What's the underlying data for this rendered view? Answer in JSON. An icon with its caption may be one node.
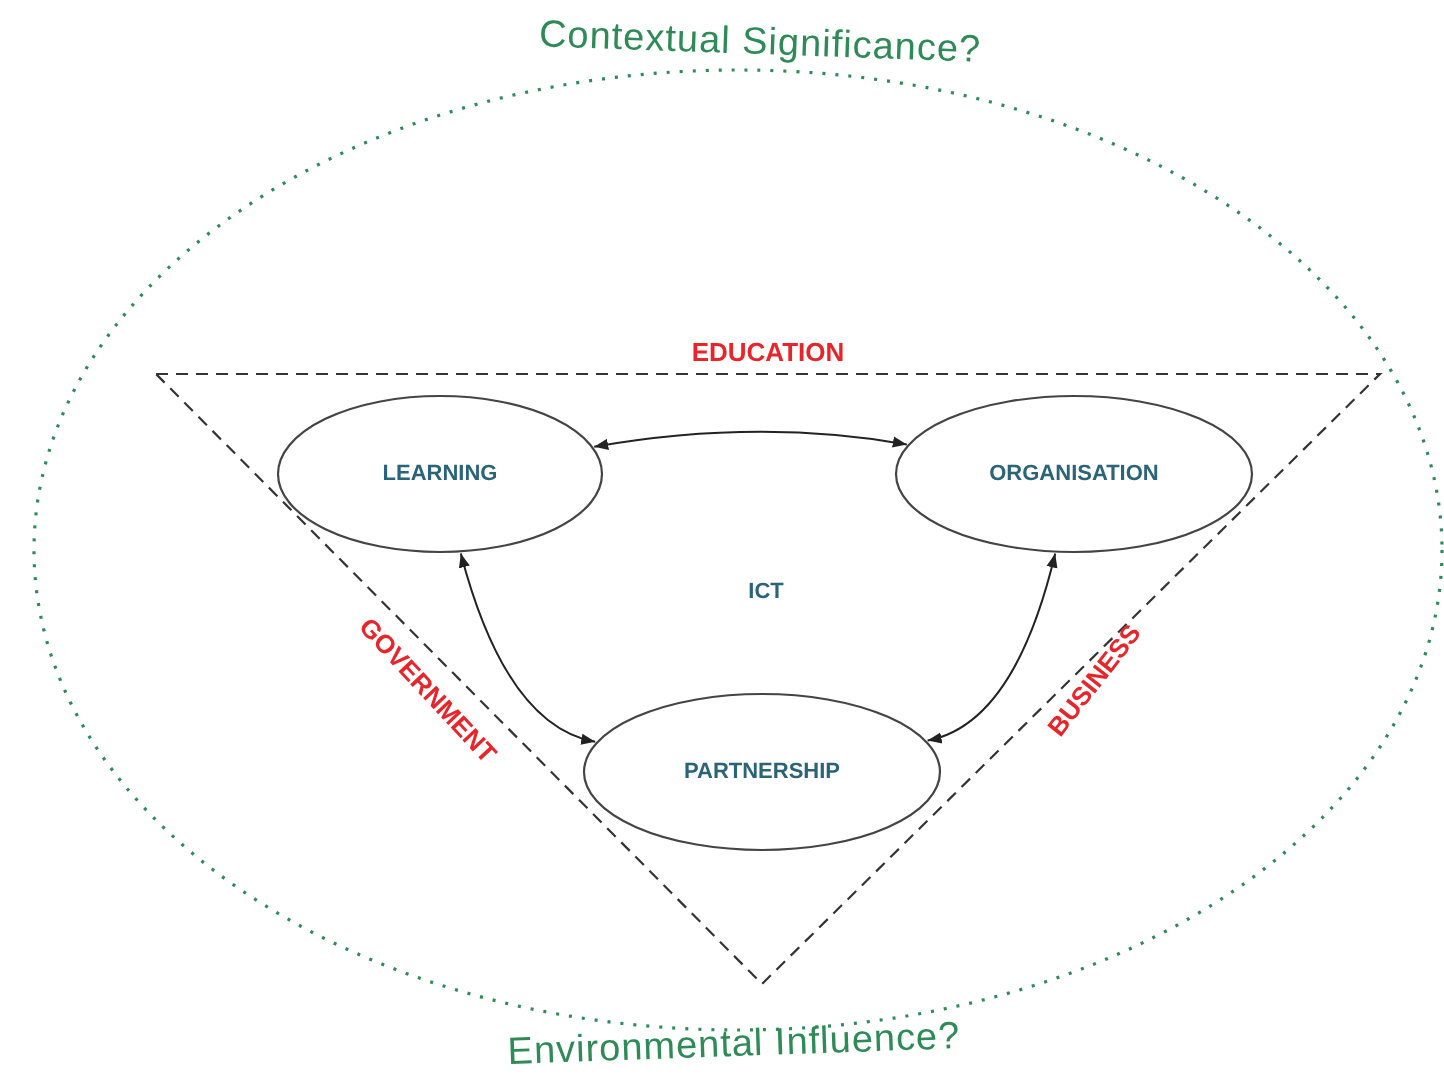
{
  "diagram": {
    "nodes": [
      {
        "text": [
          "Contextual Significance?",
          "Environmental Influence?"
        ]
      },
      {
        "text": [
          "EDUCATION",
          "GOVERNMENT",
          "BUSINESS"
        ],
        "in": 0
      },
      {
        "text": [
          "LEARNING"
        ],
        "in": 1
      },
      {
        "text": [
          "ORGANISATION"
        ],
        "in": 1
      },
      {
        "text": [
          "PARTNERSHIP"
        ],
        "in": 1
      }
    ],
    "edges": [
      {
        "from": 2,
        "to": 3,
        "arrow": "both"
      },
      {
        "from": 2,
        "to": 4,
        "arrow": "both"
      },
      {
        "from": 3,
        "to": 4,
        "arrow": "both"
      }
    ],
    "labels": [
      "ICT"
    ]
  }
}
